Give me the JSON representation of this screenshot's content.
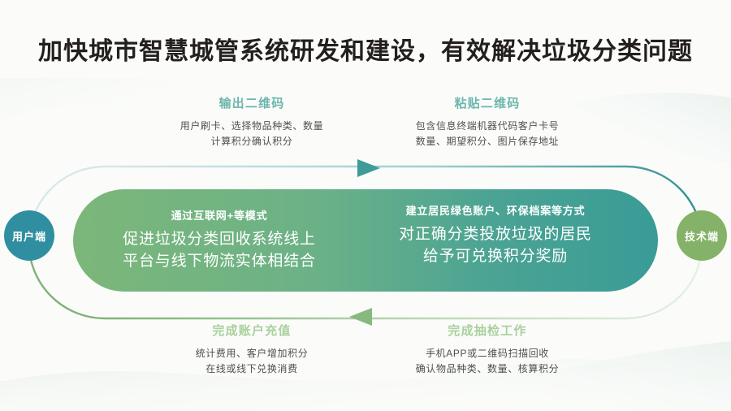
{
  "title": "加快城市智慧城管系统研发和建设，有效解决垃圾分类问题",
  "colors": {
    "background": "#fbfcfa",
    "title_text": "#231f1e",
    "pill_left": "#79b577",
    "pill_right": "#3b9d96",
    "ring_top": "#cfe4e6",
    "ring_bottom": "#8cba84",
    "arrow_top": "#3f9b97",
    "arrow_bottom": "#86b97f",
    "endcap_left": "#2f8fa0",
    "endcap_right": "#84b268",
    "heading_top": "#6db6ae",
    "heading_bottom": "#a9d09d",
    "body_text": "#4f4f4f"
  },
  "endcaps": {
    "left": "用户端",
    "right": "技术端"
  },
  "callouts": {
    "top_left": {
      "heading": "输出二维码",
      "lines": [
        "用户刷卡、选择物品种类、数量",
        "计算积分确认积分"
      ]
    },
    "top_right": {
      "heading": "粘贴二维码",
      "lines": [
        "包含信息终端机器代码客户卡号",
        "数量、期望积分、图片保存地址"
      ]
    },
    "bottom_left": {
      "heading": "完成账户充值",
      "lines": [
        "统计费用、客户增加积分",
        "在线或线下兑换消费"
      ]
    },
    "bottom_right": {
      "heading": "完成抽检工作",
      "lines": [
        "手机APP或二维码扫描回收",
        "确认物品种类、数量、核算积分"
      ]
    }
  },
  "center": {
    "left": {
      "small": "通过互联网+等模式",
      "lines": [
        "促进垃圾分类回收系统线上",
        "平台与线下物流实体相结合"
      ]
    },
    "right": {
      "small": "建立居民绿色账户、环保档案等方式",
      "lines": [
        "对正确分类投放垃圾的居民",
        "给予可兑换积分奖励"
      ]
    }
  },
  "icons": {
    "arrow_top": "arrow-right-icon",
    "arrow_bottom": "arrow-left-icon"
  }
}
